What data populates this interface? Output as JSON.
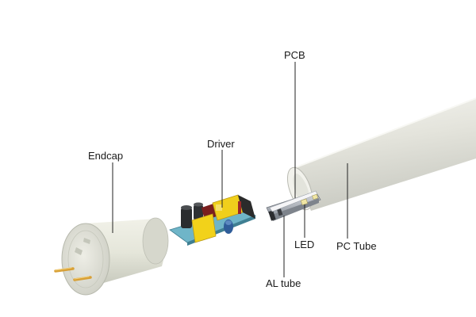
{
  "labels": {
    "pcb": "PCB",
    "driver": "Driver",
    "endcap": "Endcap",
    "led": "LED",
    "pc_tube": "PC Tube",
    "al_tube": "AL tube"
  }
}
